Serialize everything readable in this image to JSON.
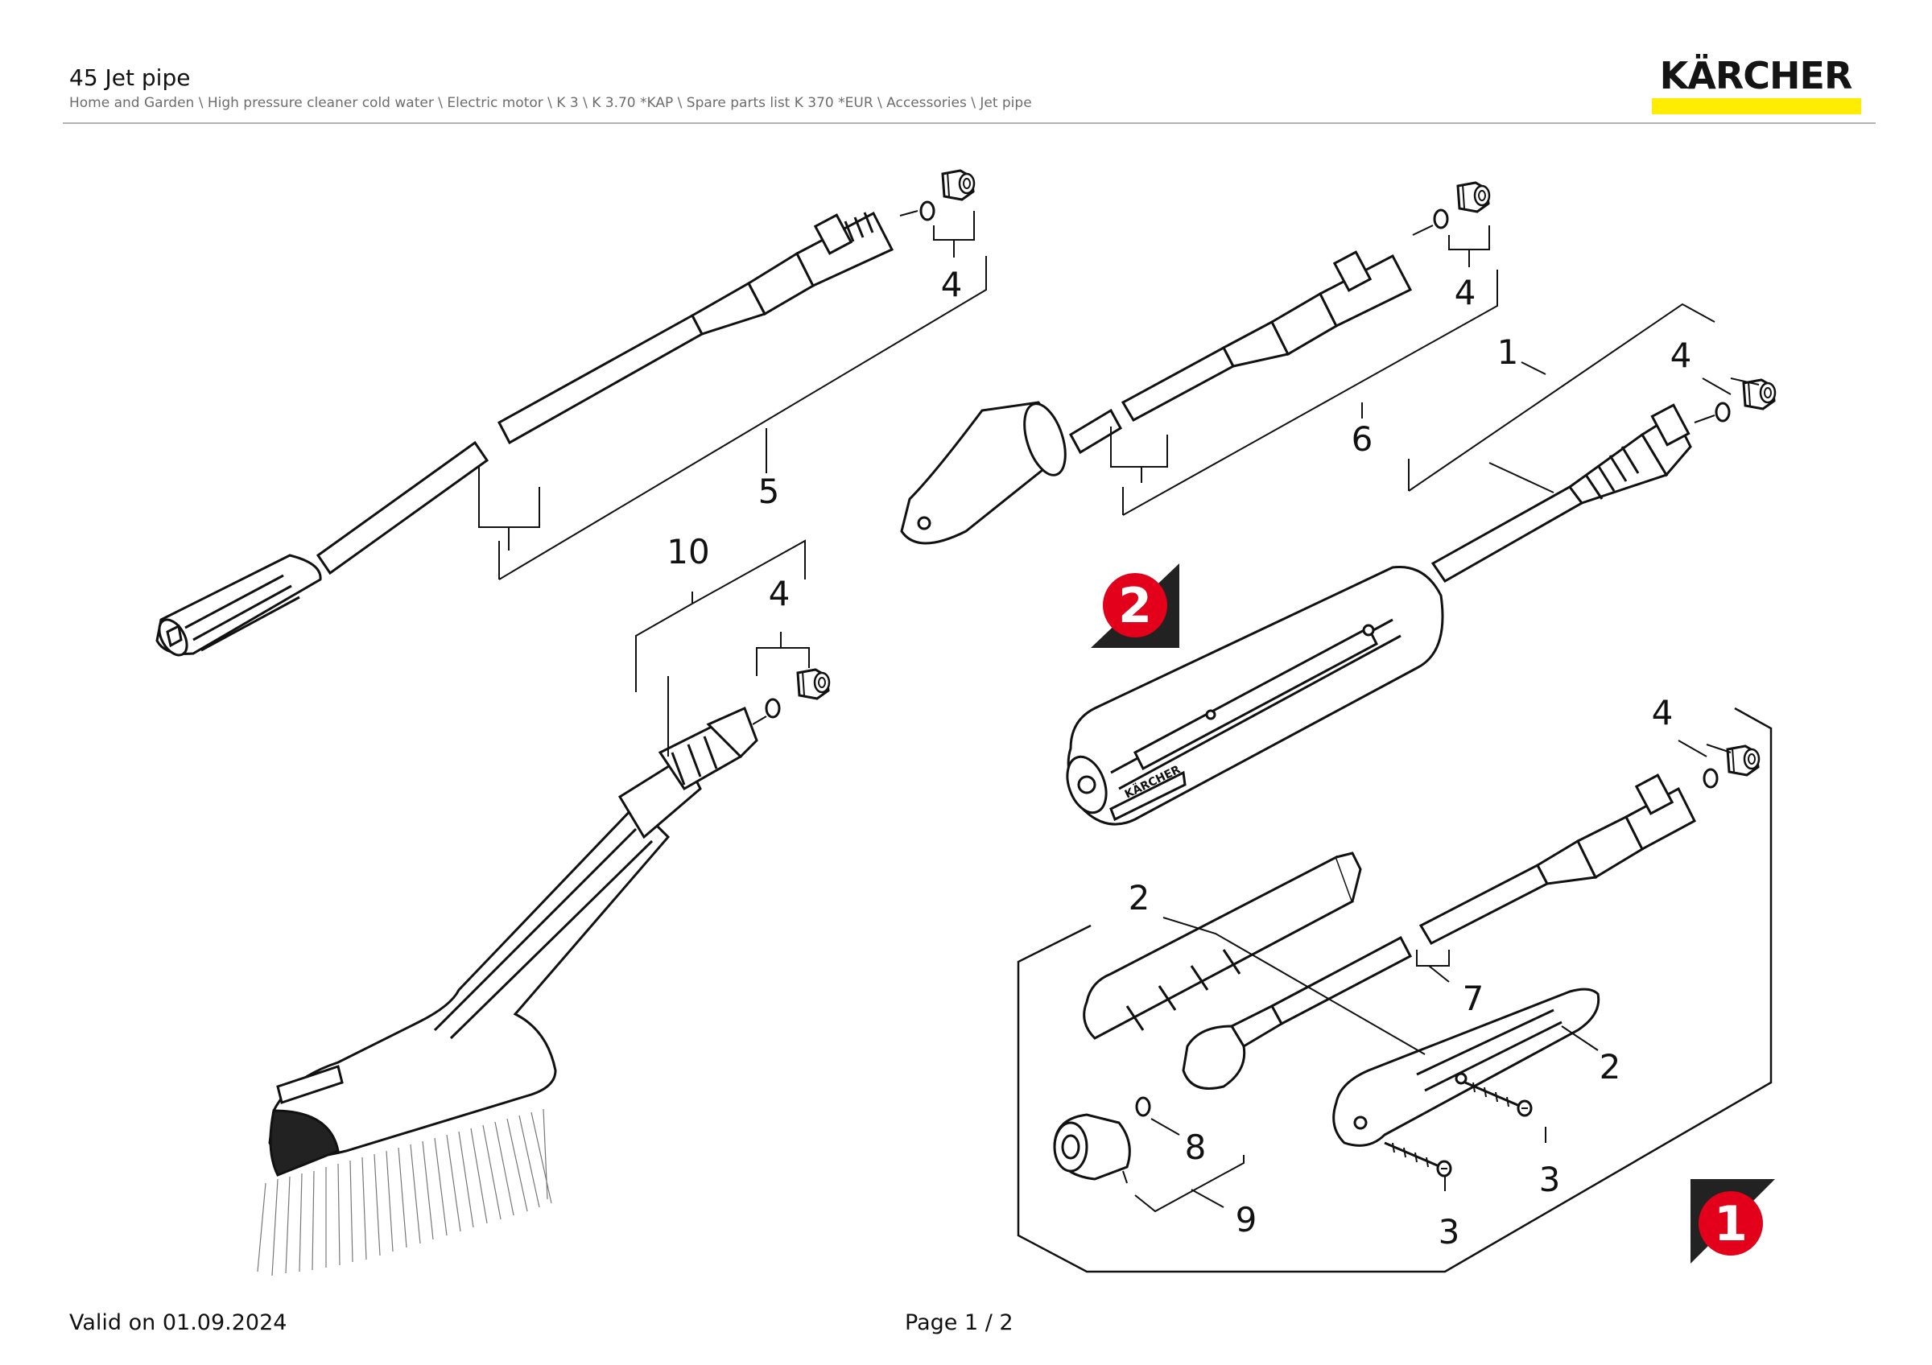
{
  "header": {
    "title": "45 Jet pipe",
    "breadcrumb": "Home and Garden \\ High pressure cleaner cold water \\ Electric motor \\ K 3 \\ K 3.70 *KAP \\ Spare parts list K 370 *EUR \\ Accessories \\ Jet pipe",
    "logo_text": "KÄRCHER",
    "logo_bar_color": "#ffed00"
  },
  "diagram": {
    "callouts": [
      "1",
      "2",
      "3",
      "4",
      "5",
      "6",
      "7",
      "8",
      "9",
      "10"
    ],
    "group_badges": [
      "1",
      "2"
    ],
    "badge_color": "#e2001a",
    "grip_brand": "KÄRCHER"
  },
  "footer": {
    "valid_on": "Valid on 01.09.2024",
    "page": "Page 1 / 2"
  }
}
